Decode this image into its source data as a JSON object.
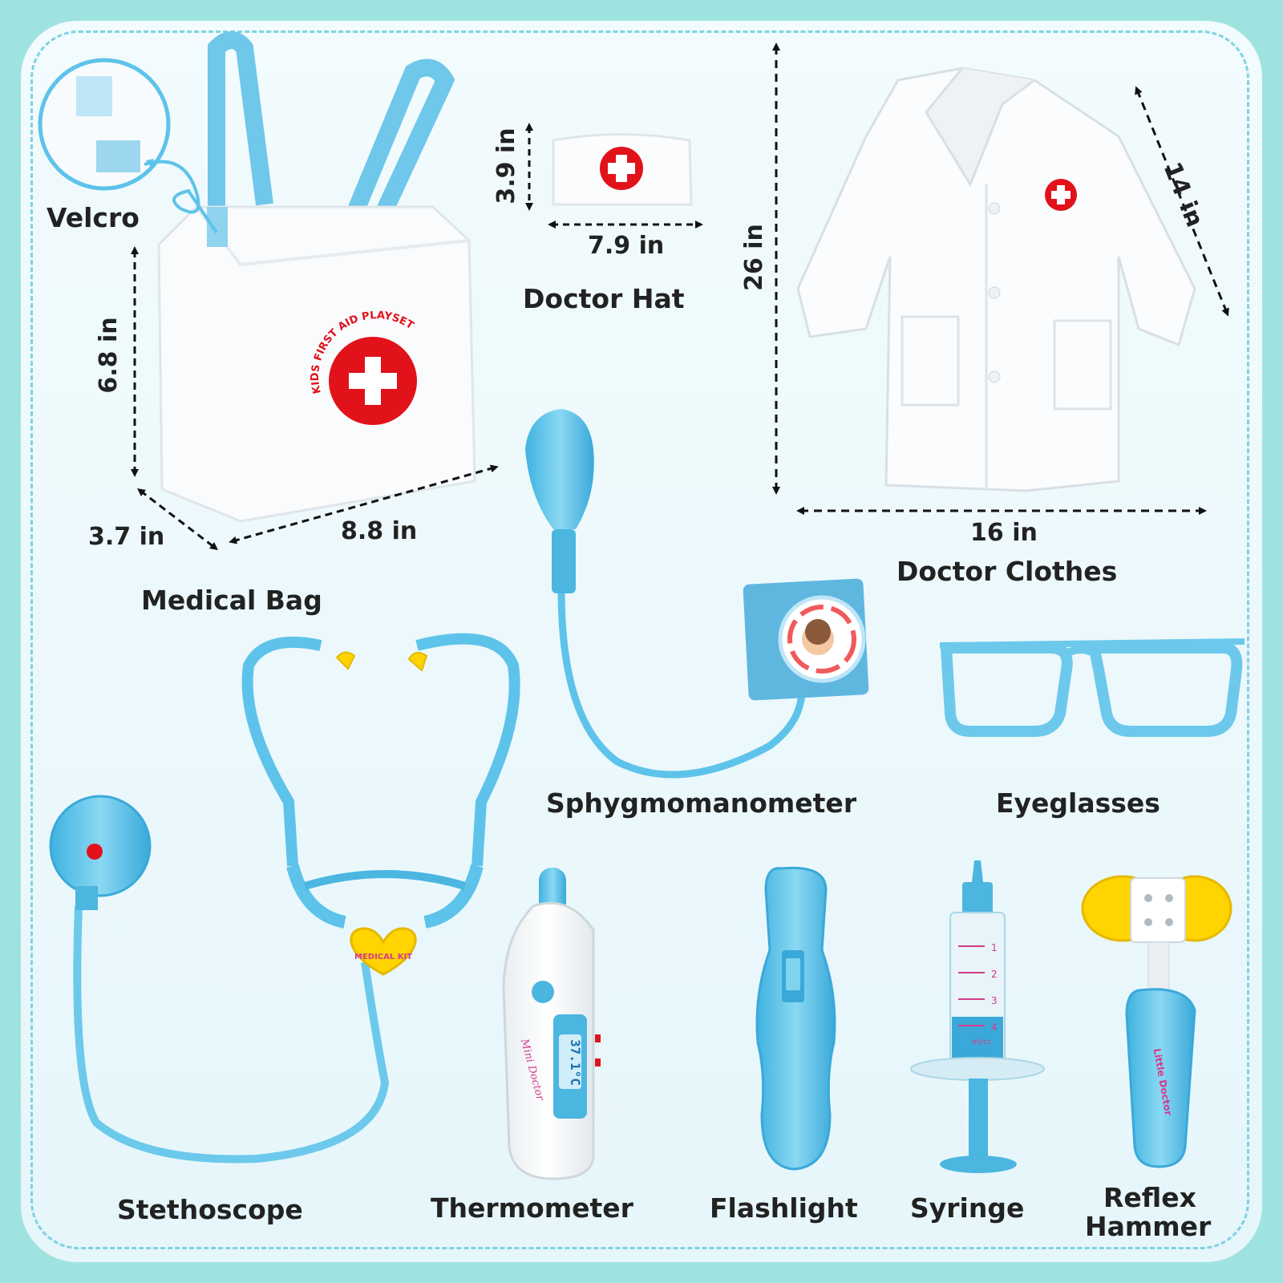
{
  "labels": {
    "velcro": "Velcro",
    "medical_bag": "Medical Bag",
    "doctor_hat": "Doctor Hat",
    "doctor_clothes": "Doctor Clothes",
    "sphygmomanometer": "Sphygmomanometer",
    "eyeglasses": "Eyeglasses",
    "stethoscope": "Stethoscope",
    "thermometer": "Thermometer",
    "flashlight": "Flashlight",
    "syringe": "Syringe",
    "reflex_hammer_line1": "Reflex",
    "reflex_hammer_line2": "Hammer"
  },
  "dimensions": {
    "bag_height": "6.8 in",
    "bag_depth": "3.7 in",
    "bag_width": "8.8 in",
    "hat_height": "3.9 in",
    "hat_width": "7.9 in",
    "coat_length": "26 in",
    "coat_sleeve": "14 in",
    "coat_width": "16 in"
  },
  "printed_text": {
    "bag_print": "KIDS FIRST AID PLAYSET",
    "heart_print": "MEDICAL KIT",
    "thermo_display": "37.1°C",
    "thermo_brand": "Mini Doctor",
    "hammer_brand": "Little Doctor",
    "syringe_marks": [
      "1",
      "2",
      "3",
      "4"
    ],
    "syringe_unit": "ml/cc"
  },
  "colors": {
    "accent_blue": "#5ec3ea",
    "cross_red": "#e2121b",
    "yellow": "#ffd400",
    "background_teal": "#9fe3e0"
  }
}
